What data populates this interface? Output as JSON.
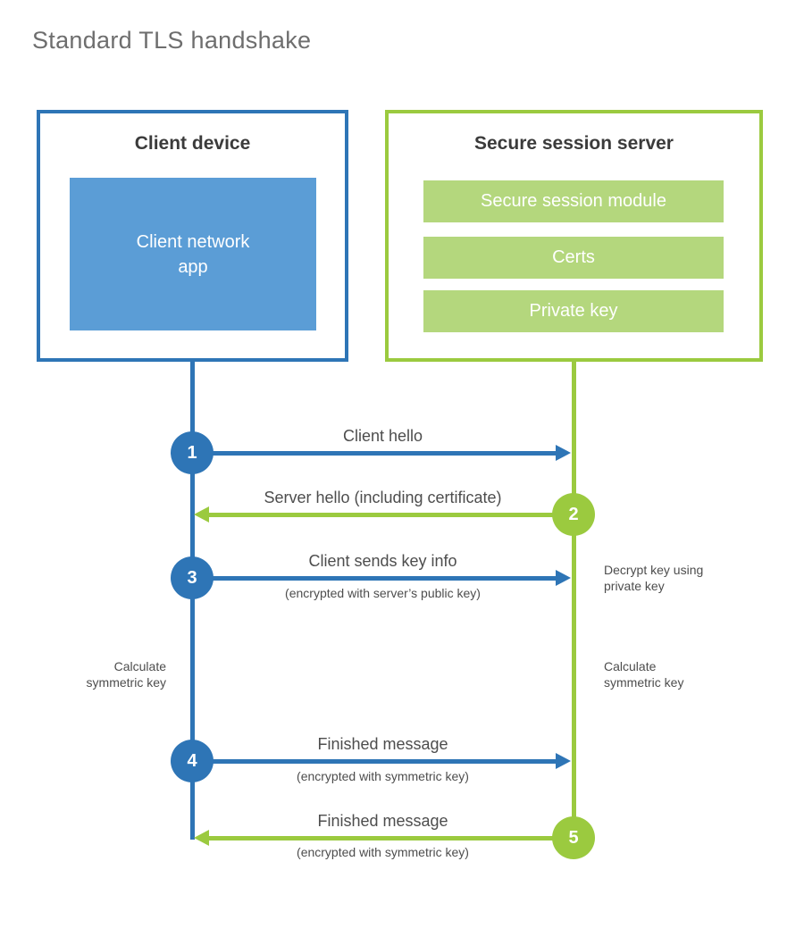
{
  "title": "Standard TLS handshake",
  "colors": {
    "blue": "#2e75b6",
    "blue_fill": "#5b9dd6",
    "green": "#9bca3f",
    "green_fill": "#b4d77d",
    "text_dark": "#3b3b3b",
    "text_gray": "#4d4d4d",
    "title_gray": "#6e6e6e"
  },
  "client": {
    "title": "Client device",
    "app_label": "Client network\napp"
  },
  "server": {
    "title": "Secure session server",
    "modules": [
      "Secure session module",
      "Certs",
      "Private key"
    ]
  },
  "messages": [
    {
      "step": "1",
      "label": "Client hello",
      "sublabel": "",
      "direction": "right",
      "actor": "client"
    },
    {
      "step": "2",
      "label": "Server hello (including certificate)",
      "sublabel": "",
      "direction": "left",
      "actor": "server"
    },
    {
      "step": "3",
      "label": "Client sends key info",
      "sublabel": "(encrypted with server’s public key)",
      "direction": "right",
      "actor": "client"
    },
    {
      "step": "4",
      "label": "Finished message",
      "sublabel": "(encrypted with symmetric key)",
      "direction": "right",
      "actor": "client"
    },
    {
      "step": "5",
      "label": "Finished message",
      "sublabel": "(encrypted with symmetric key)",
      "direction": "left",
      "actor": "server"
    }
  ],
  "notes": {
    "decrypt": "Decrypt key using\nprivate key",
    "calc_left": "Calculate\nsymmetric key",
    "calc_right": "Calculate\nsymmetric key"
  }
}
